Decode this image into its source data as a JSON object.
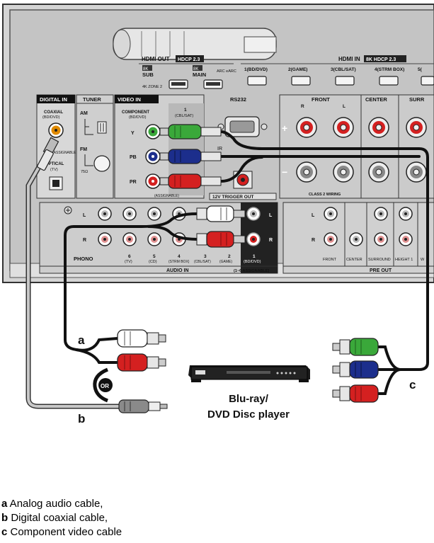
{
  "receiver": {
    "hdmi_out_label": "HDMI OUT",
    "hdmi_out_badge": "HDCP 2.3",
    "hdmi_in_label": "HDMI IN",
    "hdmi_in_badge": "8K  HDCP 2.3",
    "hdmi_out_ports": [
      {
        "tag": "8K",
        "name": "SUB",
        "extra": "4K ZONE 2"
      },
      {
        "tag": "8K",
        "name": "MAIN",
        "extra": "ARC eARC"
      }
    ],
    "hdmi_in_ports": [
      "1(BD/DVD)",
      "2(GAME)",
      "3(CBL/SAT)",
      "4(STRM BOX)",
      "5("
    ],
    "digital_in_label": "DIGITAL IN",
    "coaxial_label": "COAXIAL",
    "coaxial_sub": "(BD/DVD)",
    "optical_label": "OPTICAL",
    "optical_sub": "(TV)",
    "assignable": "(ASSIGNABLE)",
    "tuner_label": "TUNER",
    "am_label": "AM",
    "fm_label": "FM",
    "fm_ohm": "75Ω",
    "video_in_label": "VIDEO IN",
    "component_label": "COMPONENT",
    "component_sub": "(BD/DVD)",
    "component_2": "1",
    "component_2_sub": "(CBL/SAT)",
    "y_label": "Y",
    "pb_label": "PB",
    "pr_label": "PR",
    "rs232_label": "RS232",
    "ir_label": "IR",
    "trigger_label": "12V TRIGGER OUT",
    "front_label": "FRONT",
    "center_label": "CENTER",
    "surr_label": "SURR",
    "class2_label": "CLASS 2 WIRING",
    "plus": "+",
    "minus": "−",
    "r": "R",
    "l": "L",
    "phono_label": "PHONO",
    "audio_in_label": "AUDIO IN",
    "audio_in_note": "(1~6 ASSIGNABLE)",
    "audio_in_ports": [
      {
        "num": "6",
        "sub": "(TV)"
      },
      {
        "num": "5",
        "sub": "(CD)"
      },
      {
        "num": "4",
        "sub": "(STRM BOX)"
      },
      {
        "num": "3",
        "sub": "(CBL/SAT)"
      },
      {
        "num": "2",
        "sub": "(GAME)"
      },
      {
        "num": "1",
        "sub": "(BD/DVD)"
      }
    ],
    "pre_out_label": "PRE OUT",
    "pre_out_cols": [
      "FRONT",
      "CENTER",
      "SURROUND",
      "HEIGHT 1",
      "W"
    ]
  },
  "labels": {
    "a": "a",
    "b": "b",
    "c": "c",
    "or": "OR",
    "player_line1": "Blu-ray/",
    "player_line2": "DVD Disc player"
  },
  "legend": [
    {
      "key": "a",
      "text": " Analog audio cable,"
    },
    {
      "key": "b",
      "text": " Digital coaxial cable,"
    },
    {
      "key": "c",
      "text": " Component video cable"
    }
  ],
  "colors": {
    "green": "#3aa83a",
    "blue": "#1c2e8c",
    "red": "#d42020",
    "white": "#ffffff",
    "gray": "#8a8a8a",
    "coaxial": "#e08a00",
    "panel": "#c9c9c9"
  }
}
